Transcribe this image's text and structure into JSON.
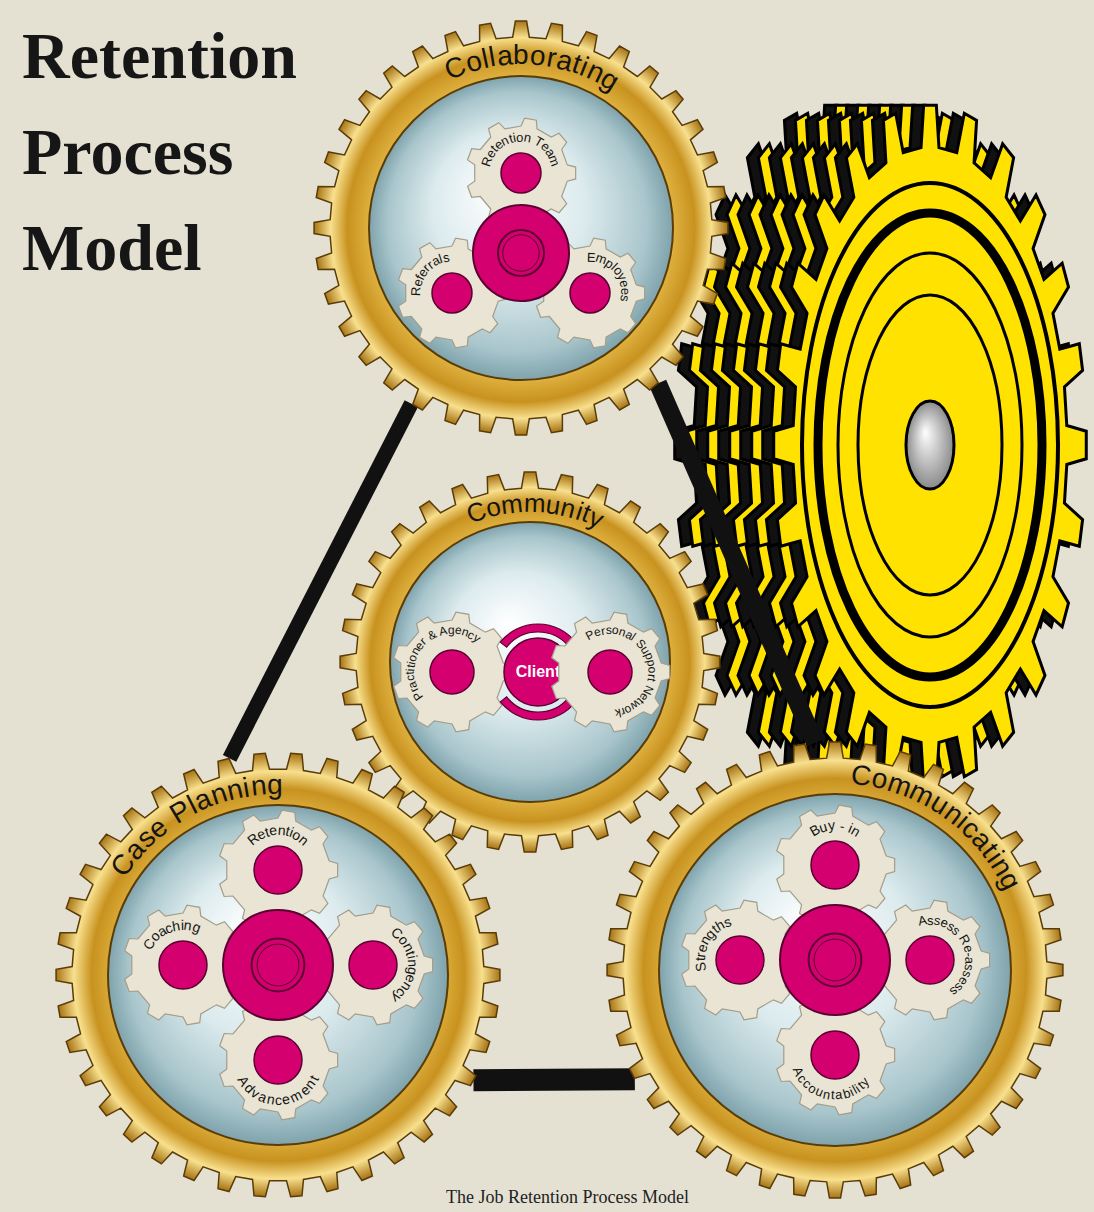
{
  "diagram": {
    "title": "Retention Process Model",
    "caption": "The Job Retention Process Model",
    "nodes": [
      {
        "text": [
          "Collaborating"
        ]
      },
      {
        "text": [
          "Retention Team"
        ],
        "in": 0
      },
      {
        "text": [
          "Referrals"
        ],
        "in": 0
      },
      {
        "text": [
          "Employees"
        ],
        "in": 0
      },
      {
        "text": [
          "Community"
        ]
      },
      {
        "text": [
          "Practitioner & Agency"
        ],
        "in": 4
      },
      {
        "text": [
          "Client"
        ],
        "in": 4
      },
      {
        "text": [
          "Personal Support Network"
        ],
        "in": 4
      },
      {
        "text": [
          "Case Planning"
        ]
      },
      {
        "text": [
          "Retention"
        ],
        "in": 8
      },
      {
        "text": [
          "Coaching"
        ],
        "in": 8
      },
      {
        "text": [
          "Contingency"
        ],
        "in": 8
      },
      {
        "text": [
          "Advancement"
        ],
        "in": 8
      },
      {
        "text": [
          "Communicating"
        ]
      },
      {
        "text": [
          "Buy - in"
        ],
        "in": 13
      },
      {
        "text": [
          "Strengths"
        ],
        "in": 13
      },
      {
        "text": [
          "Assess Re-assess"
        ],
        "in": 13
      },
      {
        "text": [
          "Accountability"
        ],
        "in": 13
      }
    ],
    "edges": [
      {
        "from": 0,
        "to": 8,
        "arrow": "none"
      },
      {
        "from": 8,
        "to": 13,
        "arrow": "none"
      },
      {
        "from": 0,
        "to": 13,
        "arrow": "none"
      }
    ]
  }
}
